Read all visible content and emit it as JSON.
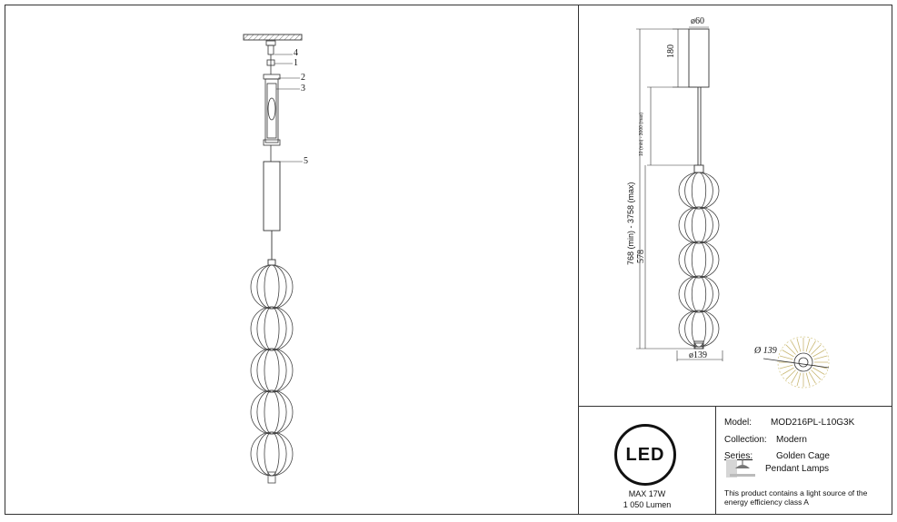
{
  "side_view": {
    "part_labels": [
      "4",
      "1",
      "2",
      "3",
      "5"
    ]
  },
  "dimensions": {
    "canopy_diameter": "ø60",
    "canopy_height": "180",
    "cable_length": "10 (min) - 3000 (max)",
    "total_height": "768 (min) - 3758 (max)",
    "body_height": "578",
    "body_diameter": "ø139",
    "top_view_diameter": "Ø 139"
  },
  "led": {
    "logo": "LED",
    "power": "MAX 17W",
    "lumen": "1 050 Lumen"
  },
  "product": {
    "model_label": "Model:",
    "model_value": "MOD216PL-L10G3K",
    "collection_label": "Collection:",
    "collection_value": "Modern",
    "series_label": "Series:",
    "series_value": "Golden Cage",
    "type_value": "Pendant Lamps",
    "energy_note_line1": "This product contains a light source of the",
    "energy_note_line2": "energy efficiency class A"
  }
}
